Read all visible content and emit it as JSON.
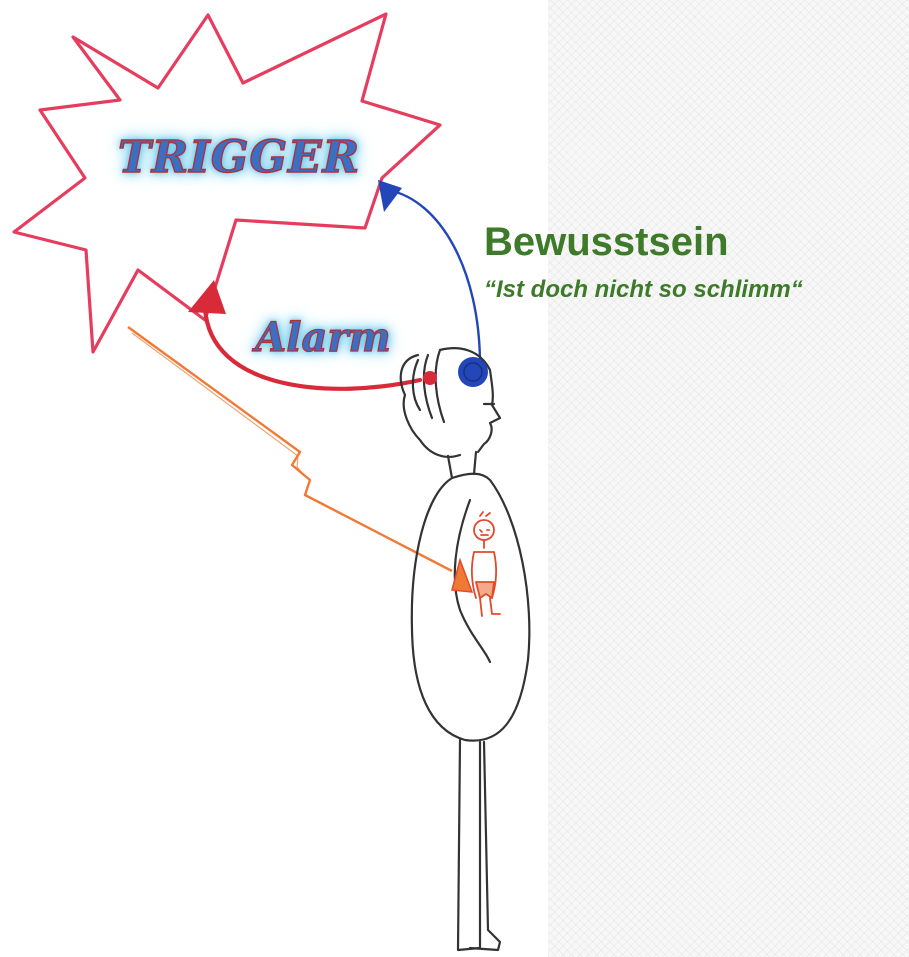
{
  "diagram": {
    "trigger_label": "TRIGGER",
    "alarm_label": "Alarm",
    "consciousness_title": "Bewusstsein",
    "consciousness_quote": "“Ist doch nicht so schlimm“"
  },
  "colors": {
    "star_outline": "#e63d5e",
    "alarm_arrow": "#d92a3a",
    "consciousness_arrow": "#2346b8",
    "lightning": "#f07a35",
    "inner_child": "#e24a2c",
    "figure_outline": "#333333",
    "text_green": "#3d7a29",
    "label_glow": "#57c3ea"
  },
  "icons": {
    "trigger_burst": "starburst-shape",
    "alarm_arrow": "curved-arrow-icon",
    "consciousness_arrow": "curved-arrow-icon",
    "lightning": "lightning-bolt-icon",
    "brain_alarm_spot": "red-dot",
    "brain_awareness_spot": "blue-dot",
    "person": "stick-figure",
    "inner_child": "small-child-figure"
  }
}
